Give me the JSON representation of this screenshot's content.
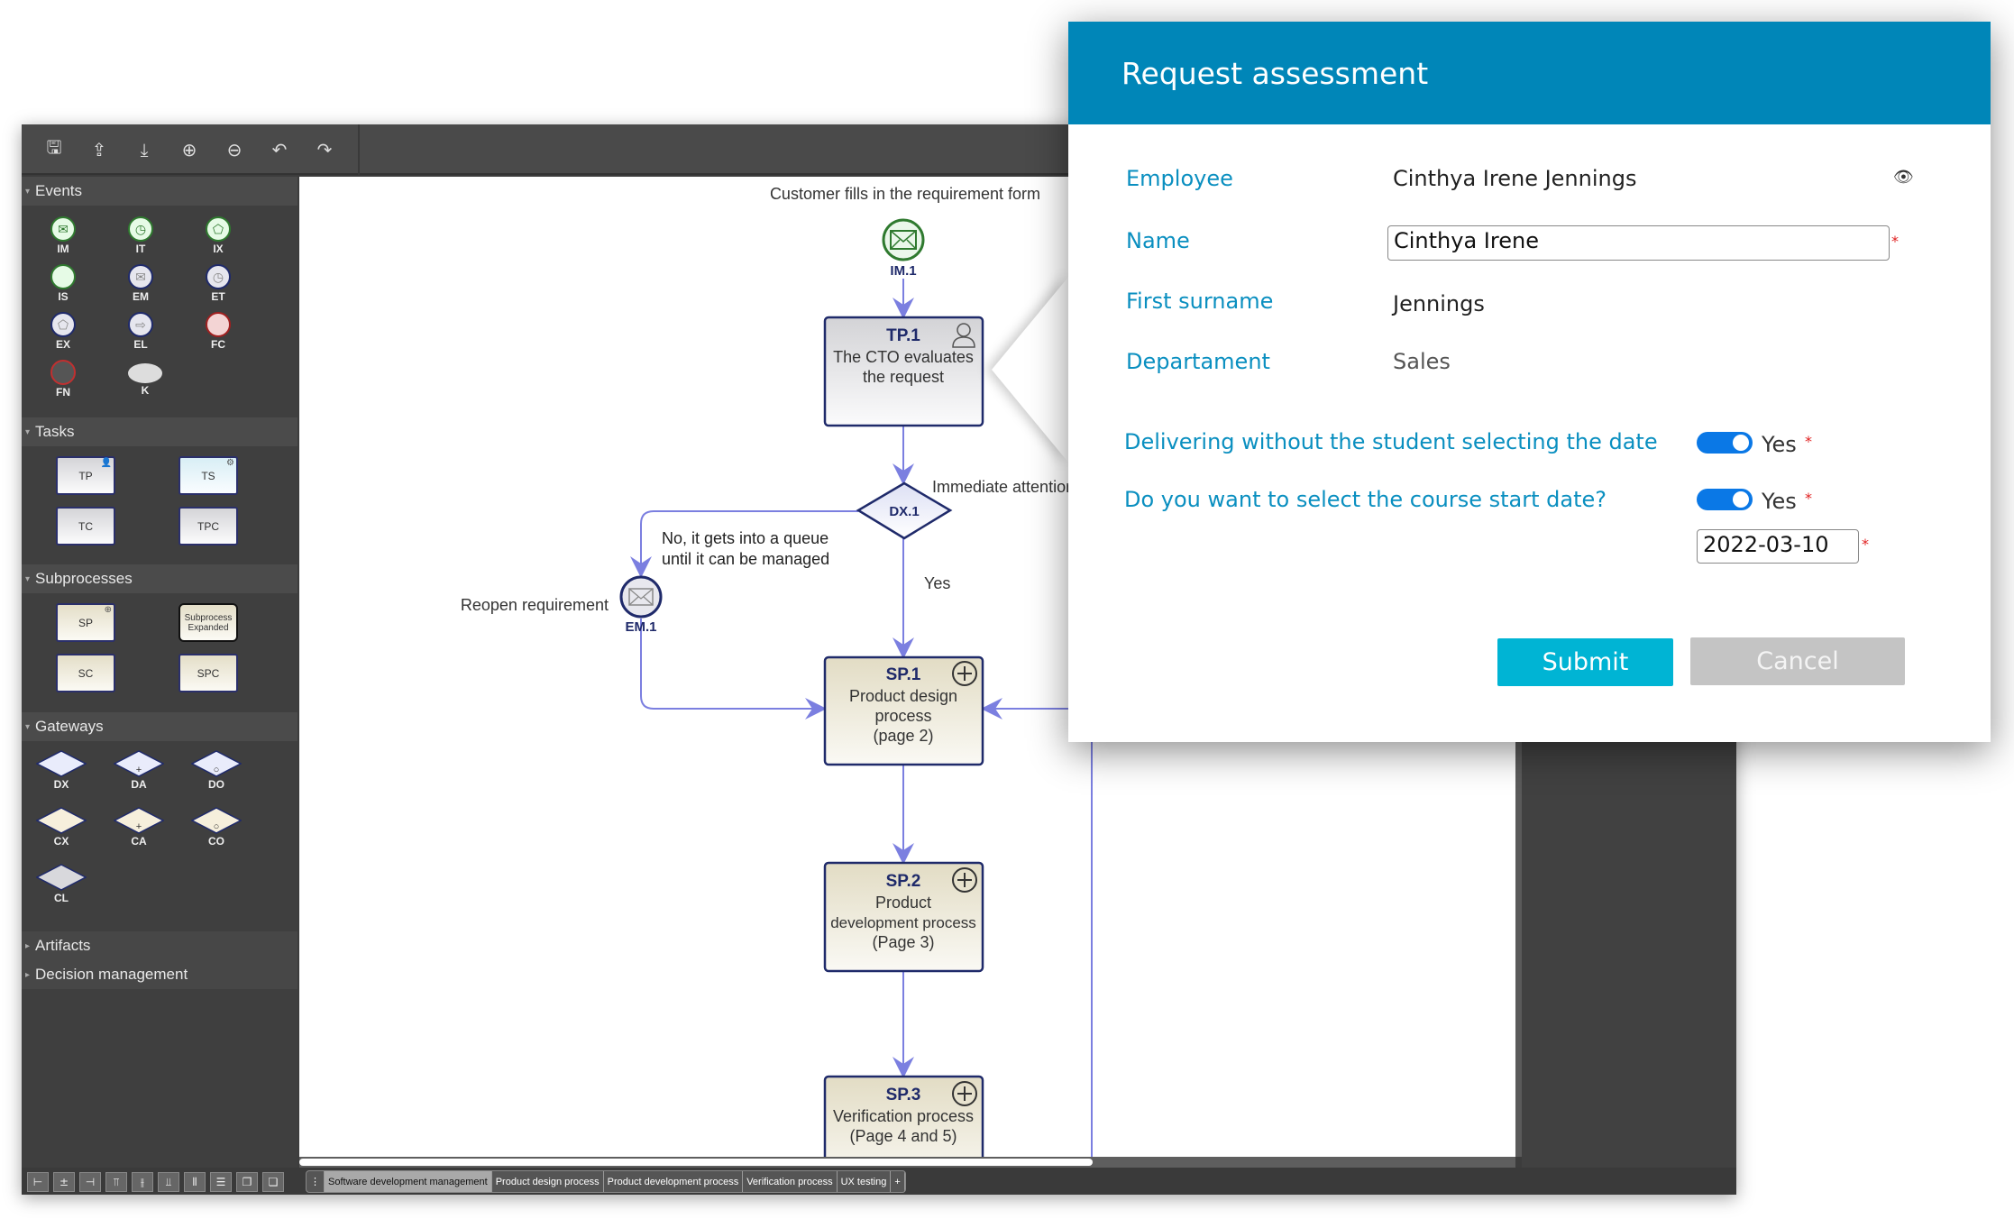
{
  "toolbar": {
    "icons": [
      "save-icon",
      "export-icon",
      "download-icon",
      "zoom-in-icon",
      "zoom-out-icon",
      "undo-icon",
      "redo-icon"
    ]
  },
  "sidebar": {
    "sections": [
      {
        "title": "Events",
        "items": [
          {
            "code": "IM",
            "kind": "start",
            "glyph": "✉"
          },
          {
            "code": "IT",
            "kind": "start",
            "glyph": "◷"
          },
          {
            "code": "IX",
            "kind": "start",
            "glyph": "⬠"
          },
          {
            "code": "IS",
            "kind": "start",
            "glyph": ""
          },
          {
            "code": "EM",
            "kind": "inter",
            "glyph": "✉"
          },
          {
            "code": "ET",
            "kind": "inter",
            "glyph": "◷"
          },
          {
            "code": "EX",
            "kind": "inter",
            "glyph": "⬠"
          },
          {
            "code": "EL",
            "kind": "inter",
            "glyph": "⇨"
          },
          {
            "code": "FC",
            "kind": "end",
            "glyph": ""
          },
          {
            "code": "FN",
            "kind": "endfill",
            "glyph": ""
          },
          {
            "code": "K",
            "kind": "k",
            "glyph": ""
          }
        ]
      },
      {
        "title": "Tasks",
        "items": [
          {
            "code": "TP",
            "marker": "👤"
          },
          {
            "code": "TS",
            "marker": "⚙"
          },
          {
            "code": "TC",
            "marker": ""
          },
          {
            "code": "TPC",
            "marker": ""
          }
        ]
      },
      {
        "title": "Subprocesses",
        "items": [
          {
            "code": "SP",
            "marker": "⊕"
          },
          {
            "code": "Subprocess Expanded",
            "marker": ""
          },
          {
            "code": "SC",
            "marker": ""
          },
          {
            "code": "SPC",
            "marker": ""
          }
        ]
      },
      {
        "title": "Gateways",
        "items": [
          {
            "code": "DX",
            "m": ""
          },
          {
            "code": "DA",
            "m": "+"
          },
          {
            "code": "DO",
            "m": "○"
          },
          {
            "code": "CX",
            "m": ""
          },
          {
            "code": "CA",
            "m": "+"
          },
          {
            "code": "CO",
            "m": "○"
          },
          {
            "code": "CL",
            "m": ""
          }
        ]
      },
      {
        "title": "Artifacts"
      },
      {
        "title": "Decision management"
      }
    ]
  },
  "diagram": {
    "start_label": "Customer fills in the requirement form",
    "im1": "IM.1",
    "tp1": {
      "id": "TP.1",
      "line1": "The CTO evaluates",
      "line2": "the request"
    },
    "dx1": "DX.1",
    "immediate": "Immediate attention",
    "no_line1": "No, it gets into a queue",
    "no_line2": "until it can be managed",
    "reopen": "Reopen requirement",
    "em1": "EM.1",
    "yes": "Yes",
    "sp1": {
      "id": "SP.1",
      "line1": "Product design",
      "line2": "process",
      "line3": "(page 2)"
    },
    "sp2": {
      "id": "SP.2",
      "line1": "Product",
      "line2": "development process",
      "line3": "(Page 3)"
    },
    "sp3": {
      "id": "SP.3",
      "line1": "Verification process",
      "line2": "(Page 4 and 5)"
    }
  },
  "bottom": {
    "align_icons": [
      "align-left-icon",
      "align-center-icon",
      "align-right-icon",
      "align-top-icon",
      "align-middle-icon",
      "align-bottom-icon",
      "distribute-icon",
      "spacing-icon",
      "bring-front-icon",
      "send-back-icon"
    ],
    "tabs": [
      "Software development management",
      "Product design process",
      "Product development process",
      "Verification process",
      "UX testing"
    ],
    "add_tab": "+"
  },
  "dialog": {
    "title": "Request assessment",
    "employee_label": "Employee",
    "employee_value": "Cinthya Irene Jennings",
    "name_label": "Name",
    "name_value": "Cinthya Irene",
    "surname_label": "First surname",
    "surname_value": "Jennings",
    "department_label": "Departament",
    "department_value": "Sales",
    "q1_label": "Delivering without the student selecting the date",
    "q1_value": "Yes",
    "q1_on": true,
    "q2_label": "Do you want to select the course start date?",
    "q2_value": "Yes",
    "q2_on": true,
    "date_value": "2022-03-10",
    "required_mark": "*",
    "submit": "Submit",
    "cancel": "Cancel"
  },
  "colors": {
    "header": "#0086b8",
    "label": "#0a8fc0",
    "submit": "#00b4d4",
    "cancel": "#c4c4c4",
    "flow": "#7b7fe0",
    "toggle": "#0a78e6"
  }
}
